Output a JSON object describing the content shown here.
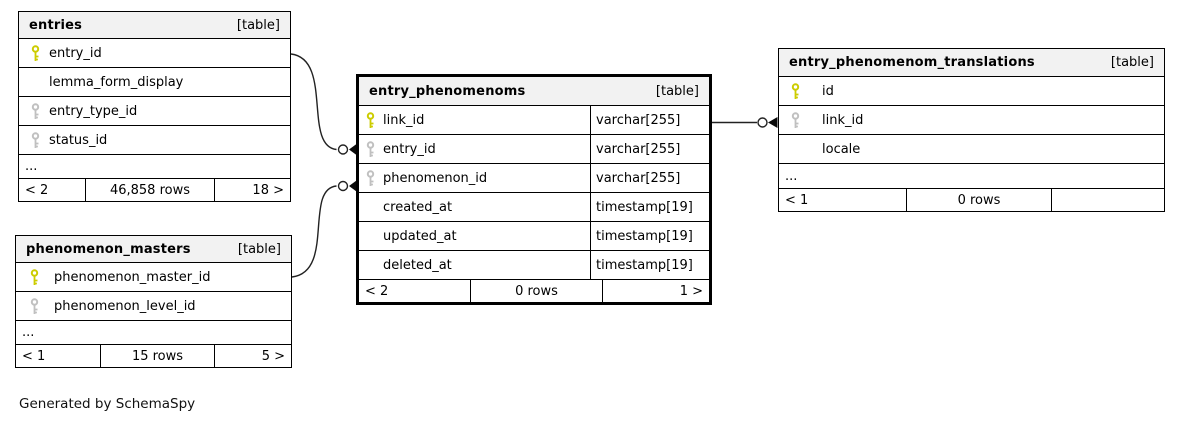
{
  "colors": {
    "primary_key": "#cccc00",
    "foreign_key": "#c0c0c0",
    "header_bg": "#f2f2f2",
    "table_border": "#000000",
    "edge": "#222222"
  },
  "caption": "Generated by SchemaSpy",
  "tables": {
    "entries": {
      "name": "entries",
      "type_label": "[table]",
      "columns": [
        {
          "name": "entry_id",
          "key": "primary"
        },
        {
          "name": "lemma_form_display",
          "key": "none"
        },
        {
          "name": "entry_type_id",
          "key": "foreign"
        },
        {
          "name": "status_id",
          "key": "foreign"
        }
      ],
      "ellipsis": "...",
      "footer": {
        "left": "< 2",
        "center": "46,858 rows",
        "right": "18 >"
      }
    },
    "phenomenon_masters": {
      "name": "phenomenon_masters",
      "type_label": "[table]",
      "columns": [
        {
          "name": "phenomenon_master_id",
          "key": "primary"
        },
        {
          "name": "phenomenon_level_id",
          "key": "foreign"
        }
      ],
      "ellipsis": "...",
      "footer": {
        "left": "< 1",
        "center": "15 rows",
        "right": "5 >"
      }
    },
    "entry_phenomenoms": {
      "name": "entry_phenomenoms",
      "type_label": "[table]",
      "columns": [
        {
          "name": "link_id",
          "key": "primary",
          "type": "varchar[255]"
        },
        {
          "name": "entry_id",
          "key": "foreign",
          "type": "varchar[255]"
        },
        {
          "name": "phenomenon_id",
          "key": "foreign",
          "type": "varchar[255]"
        },
        {
          "name": "created_at",
          "key": "none",
          "type": "timestamp[19]"
        },
        {
          "name": "updated_at",
          "key": "none",
          "type": "timestamp[19]"
        },
        {
          "name": "deleted_at",
          "key": "none",
          "type": "timestamp[19]"
        }
      ],
      "footer": {
        "left": "< 2",
        "center": "0 rows",
        "right": "1 >"
      }
    },
    "entry_phenomenom_translations": {
      "name": "entry_phenomenom_translations",
      "type_label": "[table]",
      "columns": [
        {
          "name": "id",
          "key": "primary"
        },
        {
          "name": "link_id",
          "key": "foreign"
        },
        {
          "name": "locale",
          "key": "none"
        }
      ],
      "ellipsis": "...",
      "footer": {
        "left": "< 1",
        "center": "0 rows",
        "right": ""
      }
    }
  }
}
